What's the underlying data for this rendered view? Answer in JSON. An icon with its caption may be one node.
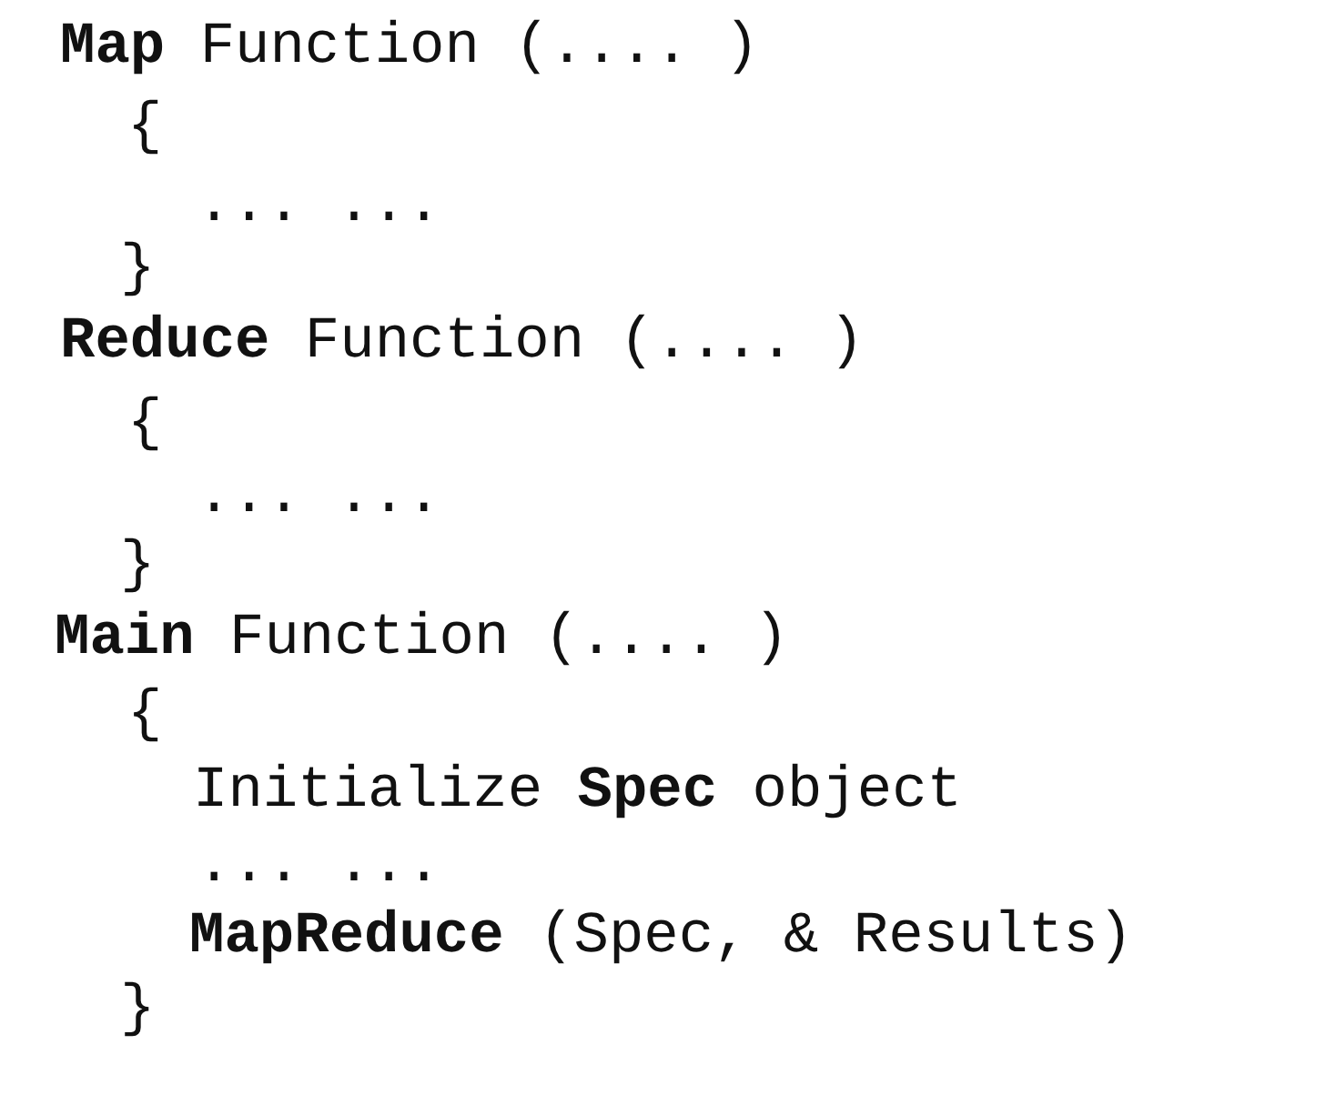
{
  "diagram": {
    "labels": [
      "**Map** Function (.... )",
      "{",
      "... ...",
      "}",
      "**Reduce** Function (.... )",
      "{",
      "... ...",
      "}",
      "**Main** Function (.... )",
      "{",
      "Initialize **Spec** object",
      "... ...",
      "**MapReduce** (Spec, & Results)",
      "}"
    ]
  }
}
